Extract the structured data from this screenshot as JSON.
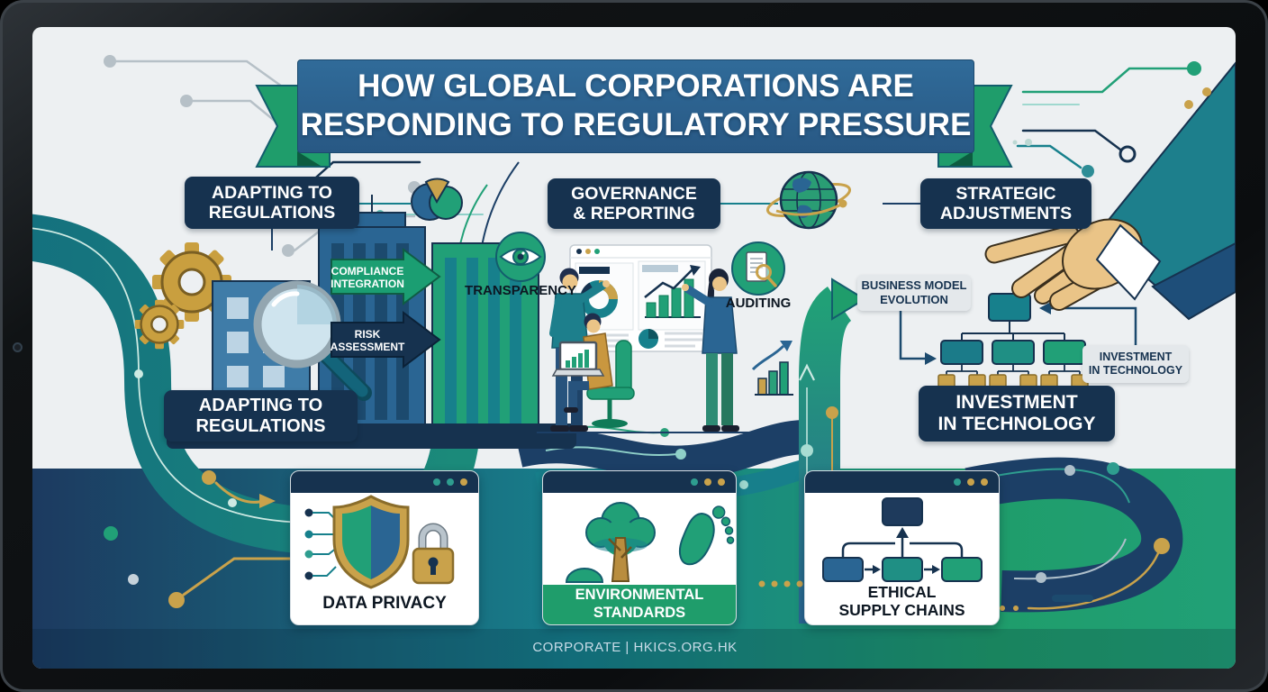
{
  "colors": {
    "bg": "#edf0f2",
    "navy": "#16324f",
    "deepnavy": "#1e3a5c",
    "bannerblue": "#2c5f8d",
    "steel": "#2a6593",
    "teal": "#17808c",
    "green": "#1f9d6b",
    "gold": "#c9a24b",
    "skin": "#eac487",
    "labelgray": "#e4e8eb"
  },
  "banner": {
    "line1": "HOW GLOBAL CORPORATIONS ARE",
    "line2": "RESPONDING TO REGULATORY PRESSURE"
  },
  "headers": {
    "left1": "ADAPTING TO",
    "left2": "REGULATIONS",
    "mid1": "GOVERNANCE",
    "mid2": "& REPORTING",
    "right1": "STRATEGIC",
    "right2": "ADJUSTMENTS"
  },
  "labels": {
    "compliance1": "COMPLIANCE",
    "compliance2": "INTEGRATION",
    "risk1": "RISK",
    "risk2": "ASSESSMENT",
    "adapting1": "ADAPTING TO",
    "adapting2": "REGULATIONS",
    "transparency": "TRANSPARENCY",
    "auditing": "AUDITING",
    "business1": "BUSINESS MODEL",
    "business2": "EVOLUTION",
    "invest_small1": "INVESTMENT",
    "invest_small2": "IN TECHNOLOGY",
    "invest_big1": "INVESTMENT",
    "invest_big2": "IN TECHNOLOGY"
  },
  "cards": {
    "privacy": "DATA PRIVACY",
    "env1": "ENVIRONMENTAL",
    "env2": "STANDARDS",
    "ethical1": "ETHICAL",
    "ethical2": "SUPPLY CHAINS"
  },
  "footer": {
    "text": "CORPORATE | HKICS.ORG.HK"
  }
}
